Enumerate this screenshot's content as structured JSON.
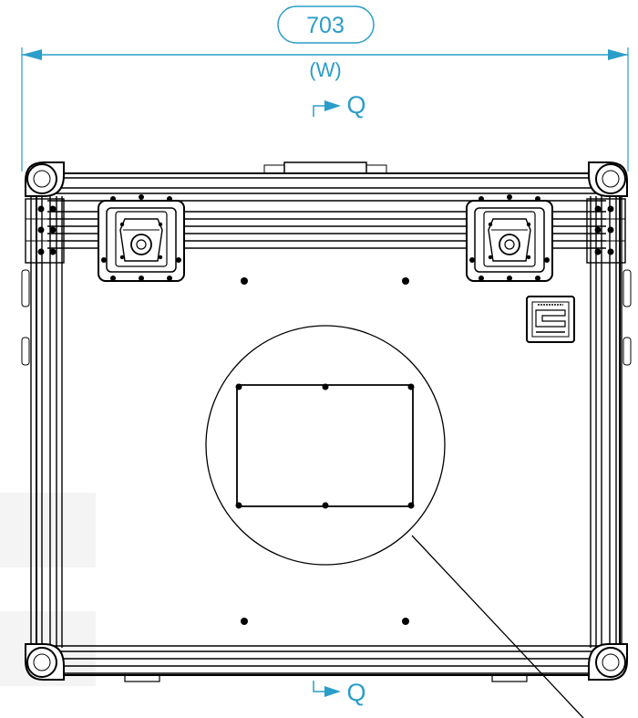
{
  "dimension": {
    "value": "703",
    "label": "(W)"
  },
  "section_marks": {
    "top": "Q",
    "bottom": "Q"
  },
  "colors": {
    "dimension": "#2a9dc9",
    "line": "#000000",
    "background": "#ffffff"
  }
}
